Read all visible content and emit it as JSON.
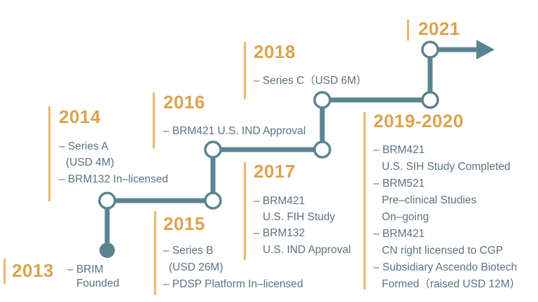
{
  "colors": {
    "path": "#5a8490",
    "year": "#dba34d",
    "bar": "#e8b86a",
    "text": "#5a7380"
  },
  "milestones": [
    {
      "year": "2013",
      "items": [
        "– BRIM",
        "Founded"
      ]
    },
    {
      "year": "2014",
      "items": [
        "– Series A",
        "(USD 4M)",
        "– BRM132 In–licensed"
      ]
    },
    {
      "year": "2015",
      "items": [
        "– Series B",
        "(USD 26M)",
        "– PDSP Platform In–licensed"
      ]
    },
    {
      "year": "2016",
      "items": [
        "– BRM421 U.S. IND Approval"
      ]
    },
    {
      "year": "2017",
      "items": [
        "– BRM421",
        "U.S. FIH Study",
        "– BRM132",
        "U.S. IND Approval"
      ]
    },
    {
      "year": "2018",
      "items": [
        "– Series C（USD 6M）"
      ]
    },
    {
      "year": "2019-2020",
      "items": [
        "– BRM421",
        "U.S. SIH Study Completed",
        "– BRM521",
        "Pre–clinical Studies",
        "On–going",
        "– BRM421",
        "CN right licensed to CGP",
        "– Subsidiary Ascendo Biotech",
        "Formed（raised USD 12M）"
      ]
    },
    {
      "year": "2021",
      "items": []
    }
  ]
}
